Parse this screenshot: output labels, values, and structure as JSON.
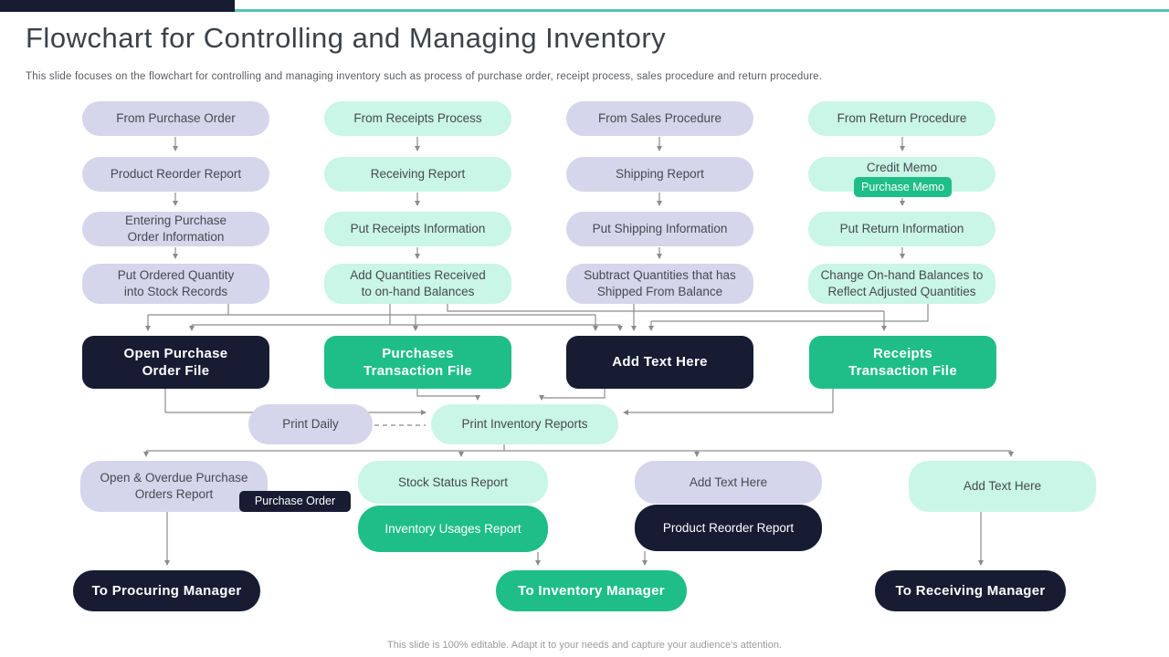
{
  "header": {
    "title": "Flowchart for Controlling and Managing Inventory",
    "subtitle": "This slide focuses on the flowchart for controlling and managing inventory such as process of purchase order, receipt process, sales procedure and return procedure."
  },
  "colors": {
    "navy": "#171c33",
    "green": "#1fbe88",
    "lavender": "#d5d6ec",
    "mint": "#c9f6e6",
    "teal_line": "#52c5ae",
    "connector_gray": "#8c8c8c"
  },
  "columns": [
    {
      "rows": [
        {
          "label": "From Purchase Order"
        },
        {
          "label": "Product Reorder Report"
        },
        {
          "label": "Entering Purchase\nOrder Information"
        },
        {
          "label": "Put Ordered Quantity\ninto Stock Records"
        }
      ]
    },
    {
      "rows": [
        {
          "label": "From Receipts Process"
        },
        {
          "label": "Receiving Report"
        },
        {
          "label": "Put Receipts Information"
        },
        {
          "label": "Add Quantities Received\nto on-hand Balances"
        }
      ]
    },
    {
      "rows": [
        {
          "label": "From Sales Procedure"
        },
        {
          "label": "Shipping Report"
        },
        {
          "label": "Put Shipping Information"
        },
        {
          "label": "Subtract Quantities that has\nShipped From Balance"
        }
      ]
    },
    {
      "rows": [
        {
          "label": "From Return Procedure"
        },
        {
          "label": "Credit Memo"
        },
        {
          "label": "Put Return Information"
        },
        {
          "label": "Change On-hand Balances to\nReflect Adjusted Quantities"
        }
      ]
    }
  ],
  "purchase_memo_tag": "Purchase Memo",
  "files": [
    {
      "label": "Open Purchase\nOrder File"
    },
    {
      "label": "Purchases\nTransaction File"
    },
    {
      "label": "Add Text Here"
    },
    {
      "label": "Receipts\nTransaction File"
    }
  ],
  "print": {
    "daily": "Print Daily",
    "inventory_reports": "Print Inventory Reports"
  },
  "reports": [
    {
      "label": "Open & Overdue Purchase\nOrders Report",
      "tag": "Purchase Order"
    },
    {
      "label": "Stock Status Report",
      "sub": "Inventory  Usages  Report"
    },
    {
      "label": "Add Text Here",
      "sub": "Product Reorder Report"
    },
    {
      "label": "Add Text Here"
    }
  ],
  "managers": [
    {
      "label": "To Procuring Manager"
    },
    {
      "label": "To Inventory Manager"
    },
    {
      "label": "To Receiving Manager"
    }
  ],
  "footer": "This slide is 100% editable. Adapt it to your needs and capture your audience's attention."
}
